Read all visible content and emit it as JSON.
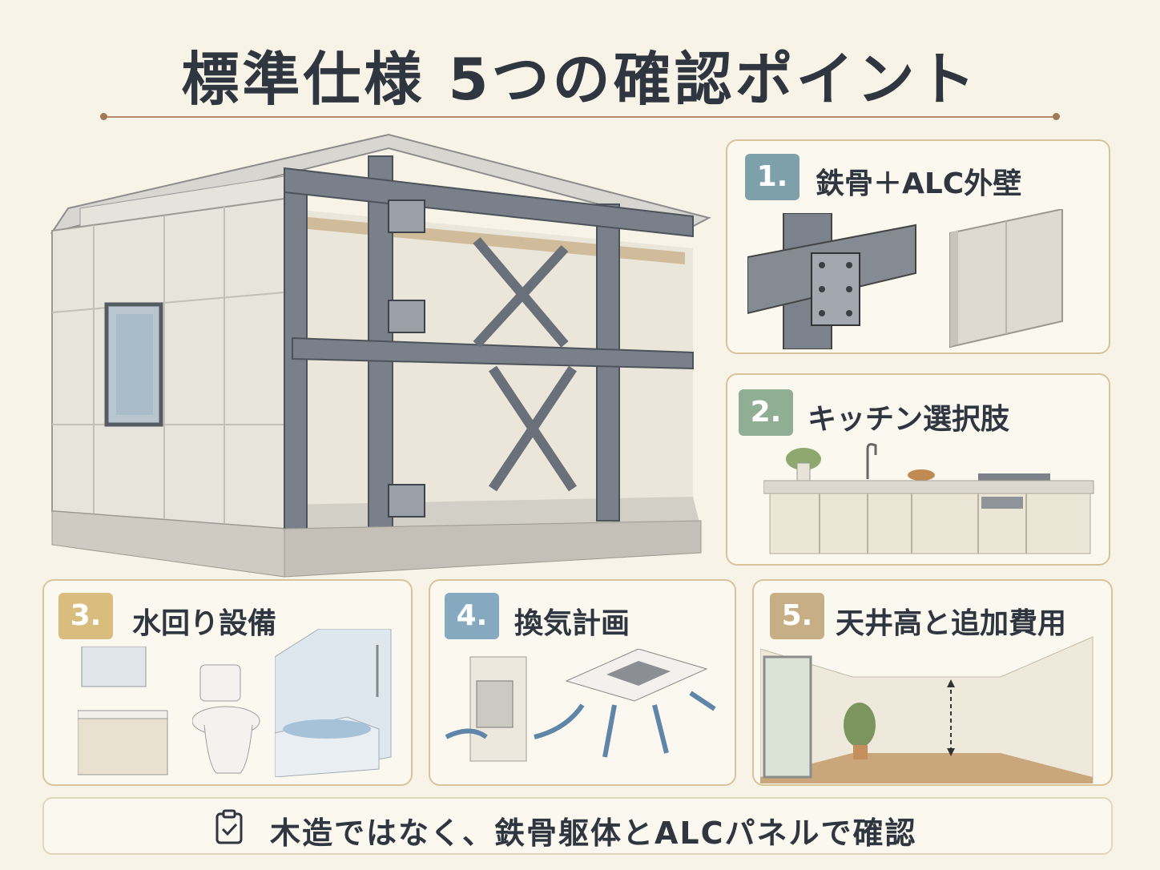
{
  "title": "標準仕様 5つの確認ポイント",
  "cards": [
    {
      "number": "1.",
      "label": "鉄骨＋ALC外壁",
      "badge_color": "#7ea0ab"
    },
    {
      "number": "2.",
      "label": "キッチン選択肢",
      "badge_color": "#8fae94"
    },
    {
      "number": "3.",
      "label": "水回り設備",
      "badge_color": "#d8bd7e"
    },
    {
      "number": "4.",
      "label": "換気計画",
      "badge_color": "#86a9bf"
    },
    {
      "number": "5.",
      "label": "天井高と追加費用",
      "badge_color": "#c8ae84"
    }
  ],
  "footer": {
    "text": "木造ではなく、鉄骨躯体とALCパネルで確認",
    "icon": "clipboard-check-icon"
  },
  "colors": {
    "background": "#f7f3e6",
    "card_border": "#d8c39a",
    "steel": "#6f7680",
    "text": "#2f3640"
  }
}
